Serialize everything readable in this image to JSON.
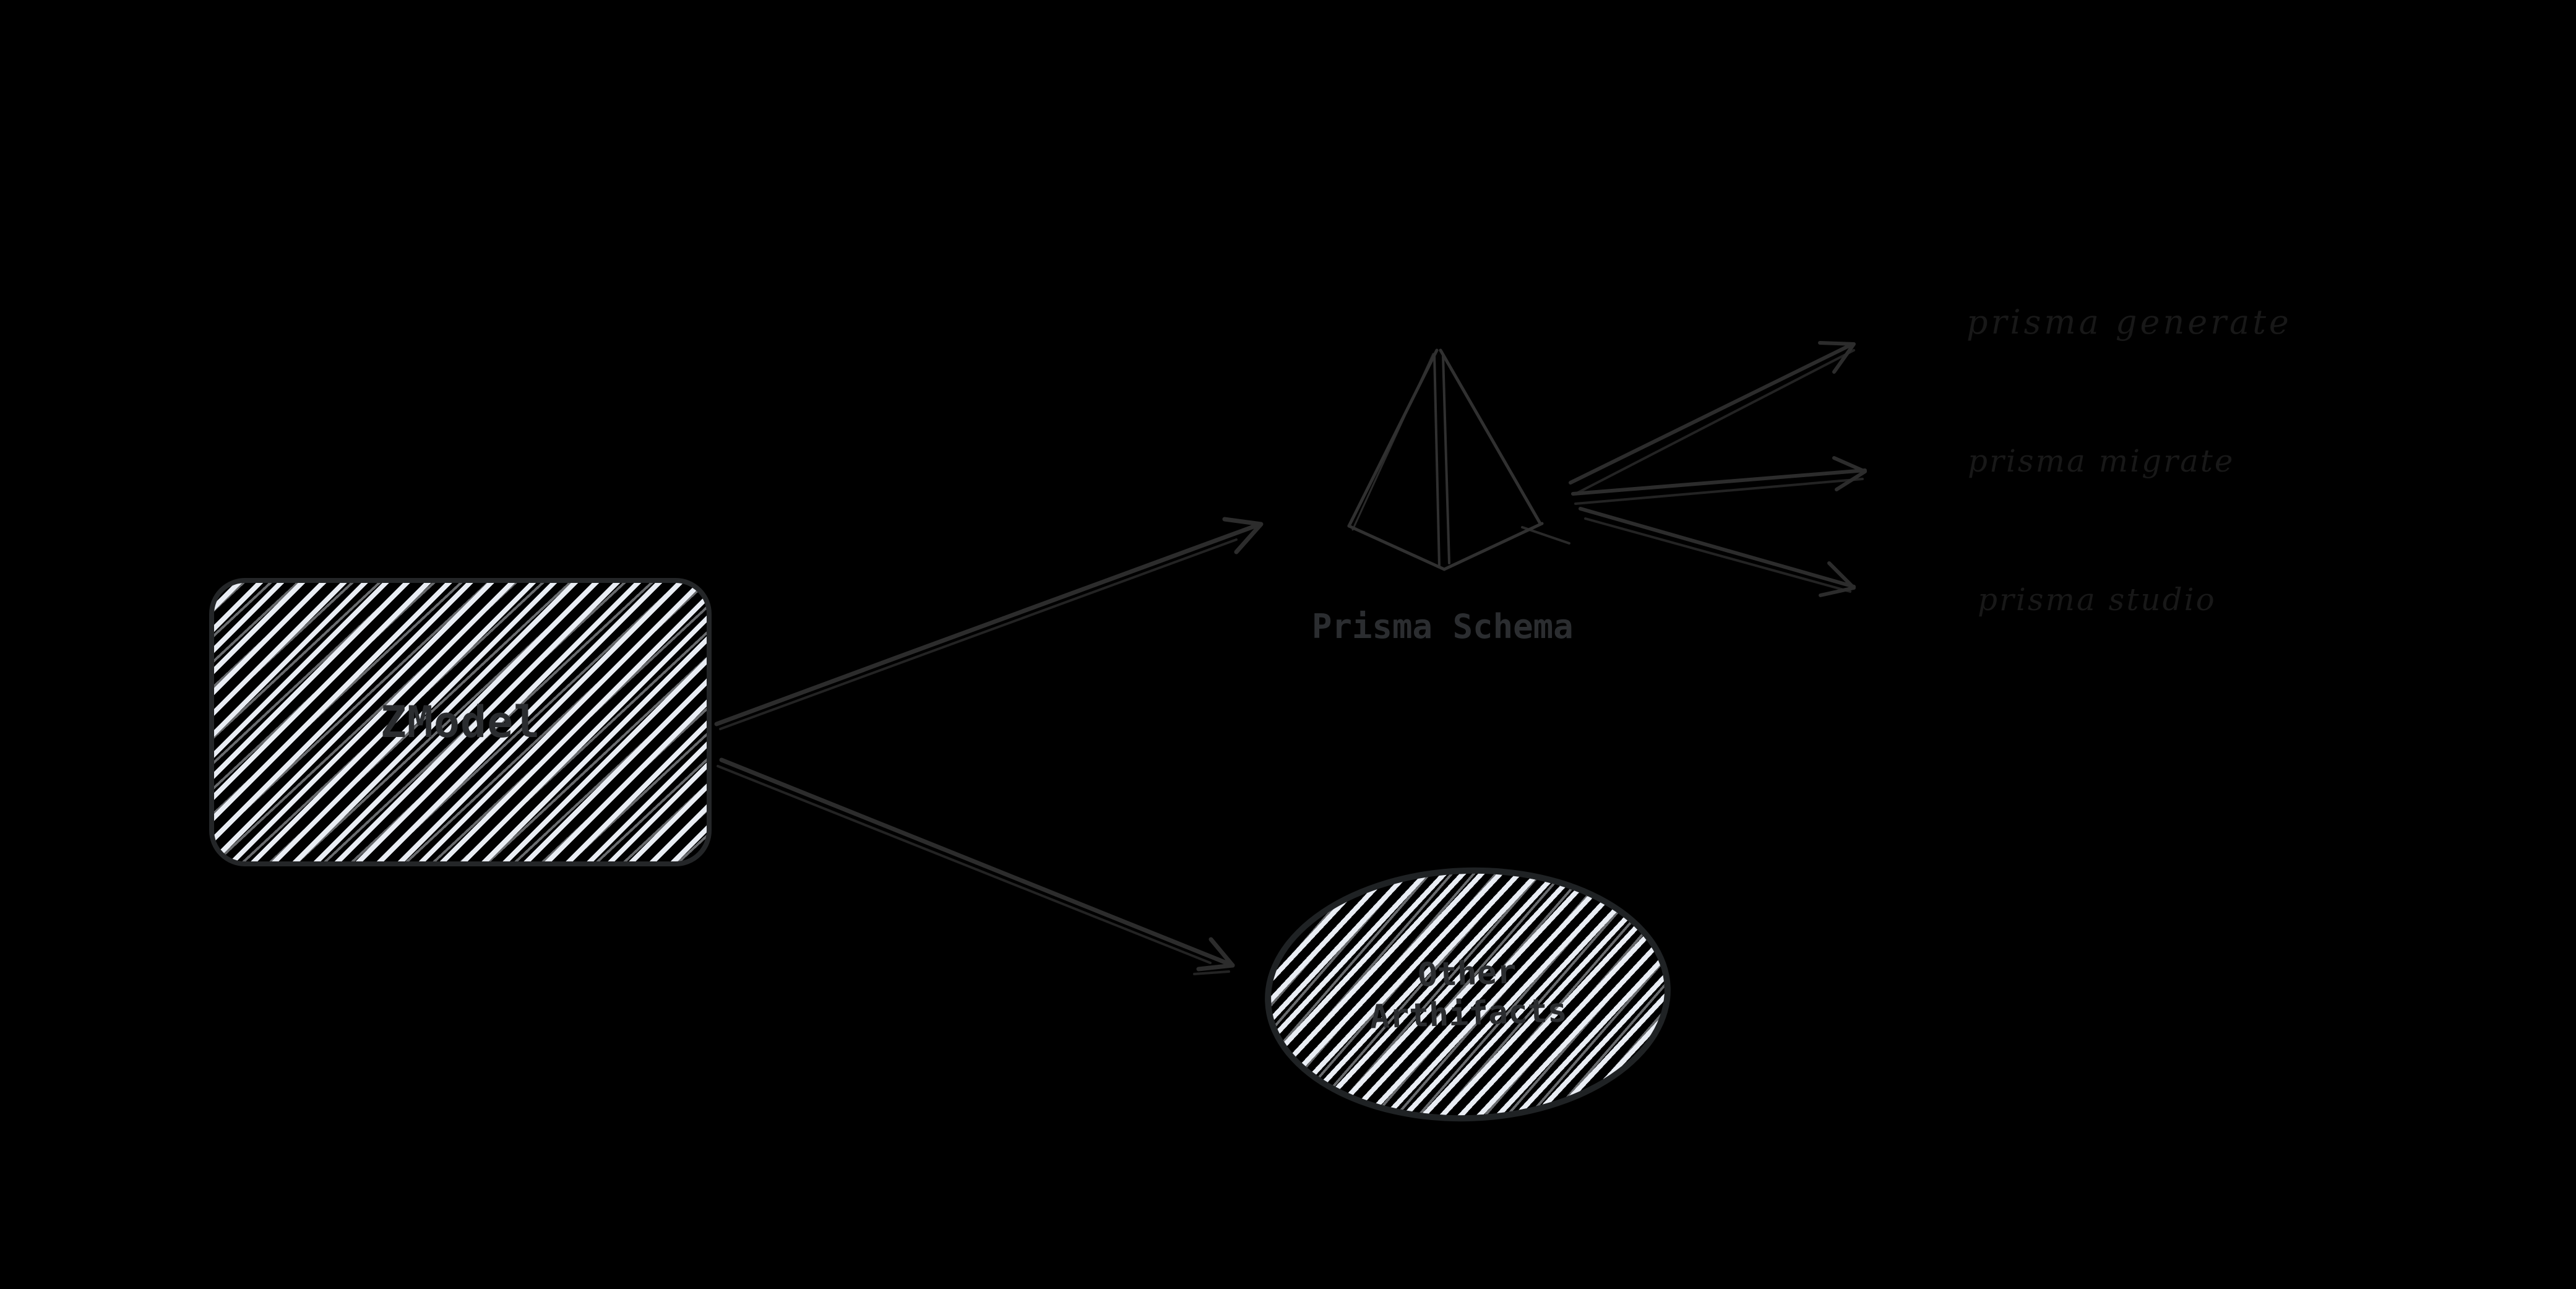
{
  "canvas": {
    "background_color": "#000000"
  },
  "diagram": {
    "zmodel": {
      "label": "ZModel",
      "shape": "rounded-rectangle",
      "fill": "hatched"
    },
    "prisma_schema": {
      "label": "Prisma Schema",
      "shape": "prism"
    },
    "other_artifacts": {
      "line1": "Other",
      "line2": "Arthifacts",
      "shape": "ellipse",
      "fill": "hatched"
    },
    "commands": [
      {
        "label": "prisma generate"
      },
      {
        "label": "prisma migrate"
      },
      {
        "label": "prisma studio"
      }
    ]
  },
  "colors": {
    "hatch_fill": "#e9edf4",
    "rect_stroke": "#242628",
    "ellipse_stroke": "#1f2224",
    "connector_stroke": "#2c2c2c",
    "prism_stroke": "#303030",
    "mono_text": "#2b2d30",
    "faint_handwriting_text": "#181818"
  }
}
